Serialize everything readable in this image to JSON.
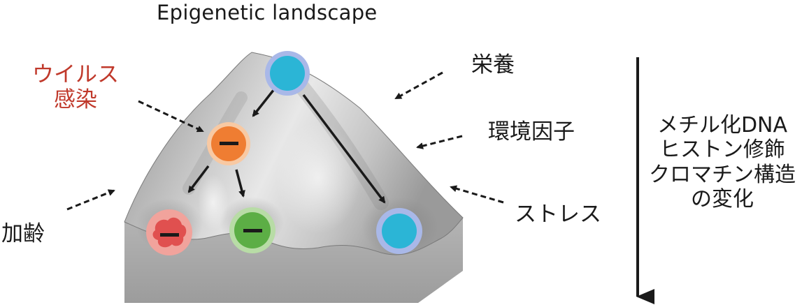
{
  "title": "Epigenetic landscape",
  "factors": {
    "virus_line1": "ウイルス",
    "virus_line2": "感染",
    "nutrition": "栄養",
    "environment": "環境因子",
    "aging": "加齢",
    "stress": "ストレス"
  },
  "mechanisms": [
    "メチル化DNA",
    "ヒストン修飾",
    "クロマチン構造",
    "の変化"
  ],
  "colors": {
    "virus_text": "#c0392b",
    "stem_cell": "#2bb5d6",
    "stem_ring": "#a9b8e8",
    "intermediate_cell": "#ef7d32",
    "intermediate_ring": "#f8c9a3",
    "damaged_cell": "#e0504f",
    "damaged_ring": "#f1a39c",
    "green_cell": "#5cae45",
    "green_ring": "#b8dca6",
    "landscape_light": "#e6e6e6",
    "landscape_dark": "#8c8c8c"
  },
  "icons": [
    "minus-sign-icon",
    "minus-sign-icon",
    "minus-sign-icon"
  ]
}
